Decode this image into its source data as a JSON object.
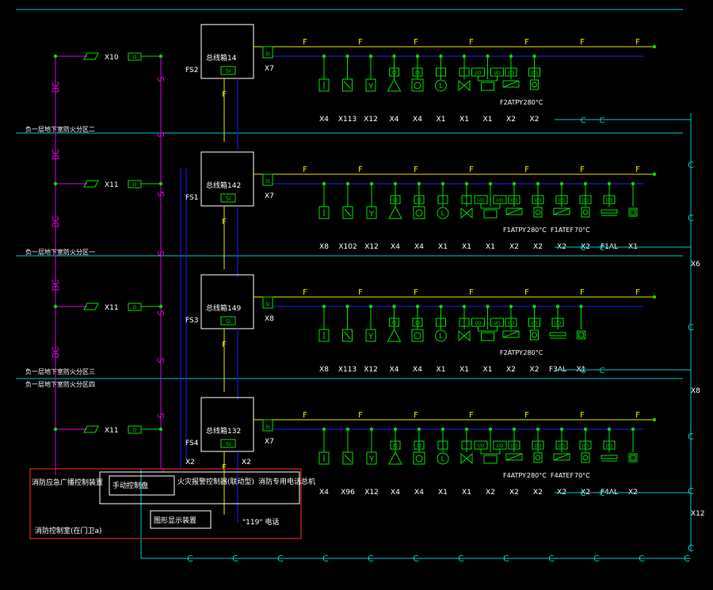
{
  "colors": {
    "background": "#000000",
    "floor_line": "#00c8c8",
    "broadcast": "#e000e0",
    "signal_bus": "#2020ff",
    "fire_line": "#e8e800",
    "device": "#00e000",
    "text": "#ffffff",
    "control_room": "#cc2020"
  },
  "floors": [
    {
      "label": "",
      "controller": {
        "name": "总线箱14",
        "tag": "SI",
        "power_tag": "FS2"
      },
      "speaker_tag": "X10",
      "module_tag": "X7",
      "devices": [
        {
          "icon": "smoke-detector",
          "tag": "X4"
        },
        {
          "icon": "heat-detector",
          "tag": "X113"
        },
        {
          "icon": "manual-call-point",
          "tag": "X12"
        },
        {
          "icon": "alarm-bell",
          "tag": "X4"
        },
        {
          "icon": "hydrant-button",
          "tag": "X4"
        },
        {
          "icon": "level-switch",
          "tag": "X1"
        },
        {
          "icon": "valve",
          "tag": "X1"
        },
        {
          "icon": "relay-pair",
          "tag": "X1",
          "box": "RS"
        },
        {
          "icon": "damper",
          "tag": "X2",
          "name": "F2ATPY"
        },
        {
          "icon": "damper-280",
          "tag": "X2",
          "name": "280°C"
        }
      ]
    },
    {
      "label": "负一层地下室防火分区二",
      "controller": {
        "name": "总线箱142",
        "tag": "SI",
        "power_tag": "FS1"
      },
      "speaker_tag": "X11",
      "module_tag": "X7",
      "devices": [
        {
          "icon": "smoke-detector",
          "tag": "X8"
        },
        {
          "icon": "heat-detector",
          "tag": "X102"
        },
        {
          "icon": "manual-call-point",
          "tag": "X12"
        },
        {
          "icon": "alarm-bell",
          "tag": "X4"
        },
        {
          "icon": "hydrant-button",
          "tag": "X4"
        },
        {
          "icon": "level-switch",
          "tag": "X1"
        },
        {
          "icon": "valve",
          "tag": "X1"
        },
        {
          "icon": "relay-pair",
          "tag": "X1",
          "box": "RS"
        },
        {
          "icon": "damper",
          "tag": "X2",
          "name": "F1ATPY"
        },
        {
          "icon": "damper-280",
          "tag": "X2",
          "name": "280°C"
        },
        {
          "icon": "damper",
          "tag": "X2",
          "name": "F1ATEF"
        },
        {
          "icon": "damper-70",
          "tag": "X2",
          "name": "70°C"
        },
        {
          "icon": "fire-shutter",
          "tag": "F1AL"
        },
        {
          "icon": "fire-phone",
          "tag": "X1"
        }
      ]
    },
    {
      "label": "负一层地下室防火分区一",
      "controller": {
        "name": "总线箱149",
        "tag": "SI",
        "power_tag": "FS3"
      },
      "speaker_tag": "X11",
      "module_tag": "X8",
      "devices": [
        {
          "icon": "smoke-detector",
          "tag": "X8"
        },
        {
          "icon": "heat-detector",
          "tag": "X113"
        },
        {
          "icon": "manual-call-point",
          "tag": "X12"
        },
        {
          "icon": "alarm-bell",
          "tag": "X4"
        },
        {
          "icon": "hydrant-button",
          "tag": "X4"
        },
        {
          "icon": "level-switch",
          "tag": "X1"
        },
        {
          "icon": "valve",
          "tag": "X1"
        },
        {
          "icon": "relay-pair",
          "tag": "X1",
          "box": "RS"
        },
        {
          "icon": "damper",
          "tag": "X2",
          "name": "F2ATPY"
        },
        {
          "icon": "damper-280",
          "tag": "X2",
          "name": "280°C"
        },
        {
          "icon": "fire-shutter",
          "tag": "F3AL"
        },
        {
          "icon": "fire-phone",
          "tag": "X1"
        }
      ]
    },
    {
      "label": "负一层地下室防火分区四",
      "controller": {
        "name": "总线箱132",
        "tag": "SI",
        "power_tag": "FS4"
      },
      "speaker_tag": "X11",
      "module_tag": "X7",
      "devices": [
        {
          "icon": "smoke-detector",
          "tag": "X4"
        },
        {
          "icon": "heat-detector",
          "tag": "X96"
        },
        {
          "icon": "manual-call-point",
          "tag": "X12"
        },
        {
          "icon": "alarm-bell",
          "tag": "X4"
        },
        {
          "icon": "hydrant-button",
          "tag": "X4"
        },
        {
          "icon": "level-switch",
          "tag": "X1"
        },
        {
          "icon": "valve",
          "tag": "X1"
        },
        {
          "icon": "relay-pair",
          "tag": "X2",
          "box": "RS"
        },
        {
          "icon": "damper",
          "tag": "X2",
          "name": "F4ATPY"
        },
        {
          "icon": "damper-280",
          "tag": "X2",
          "name": "280°C"
        },
        {
          "icon": "damper",
          "tag": "X2",
          "name": "F4ATEF"
        },
        {
          "icon": "damper-70",
          "tag": "X2",
          "name": "70°C"
        },
        {
          "icon": "fire-shutter",
          "tag": "F4AL"
        },
        {
          "icon": "fire-phone",
          "tag": "X2"
        }
      ]
    }
  ],
  "extra_labels": {
    "floor3_mid": "负一层地下室防火分区三",
    "riser_x6": "X6",
    "riser_x8": "X8",
    "riser_x12": "X12",
    "f2_x2_a": "X2",
    "f2_x2_b": "X2",
    "f4_x2_a": "X2",
    "f4_x2_b": "X2",
    "down_x2_a": "X2",
    "down_x2_b": "X2",
    "io_label": "I/O",
    "d_label": "D",
    "o_label": "O",
    "i_label": "I"
  },
  "wire_letters": {
    "broadcast": "BC",
    "fire": "F",
    "signal": "S",
    "link": "C"
  },
  "control_room": {
    "title": "消防控制室(在门卫a)",
    "broadcast_unit": "消防应急广播控制装置",
    "manual_panel": "手动控制盘",
    "controller": "火灾报警控制器(联动型)",
    "phone_host": "消防专用电话总机",
    "display": "图形显示装置",
    "hotline": "\"119\" 电话"
  }
}
